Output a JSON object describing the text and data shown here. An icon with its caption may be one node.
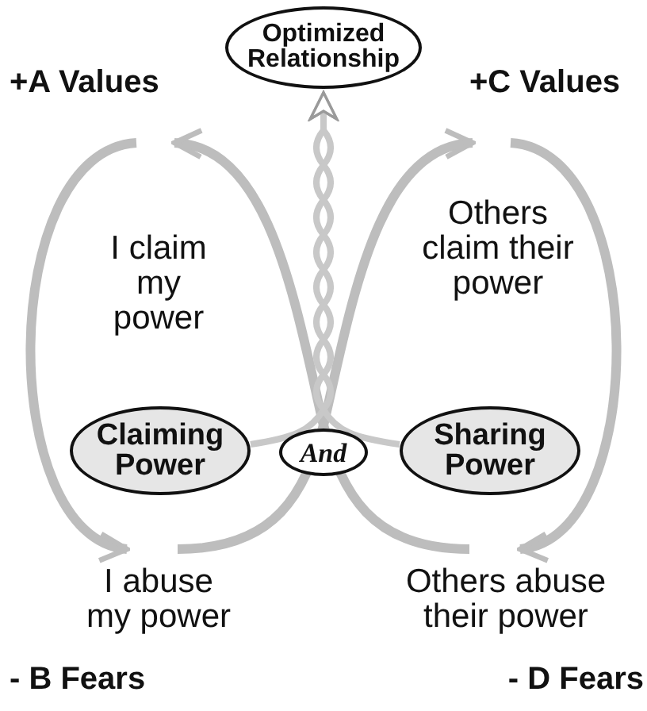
{
  "diagram": {
    "nodes": [
      {
        "text": [
          "Optimized Relationship"
        ]
      },
      {
        "text": [
          "Claiming Power"
        ]
      },
      {
        "text": [
          "And"
        ]
      },
      {
        "text": [
          "Sharing Power"
        ]
      }
    ],
    "edges": [
      {
        "from": 1,
        "to": 0,
        "arrow": "to"
      },
      {
        "from": 3,
        "to": 0,
        "arrow": "to"
      }
    ],
    "labels": [
      "+A Values",
      "+C Values",
      "I claim my power",
      "Others claim their power",
      "I abuse my power",
      "Others abuse their power",
      "- B Fears",
      "- D Fears"
    ]
  }
}
